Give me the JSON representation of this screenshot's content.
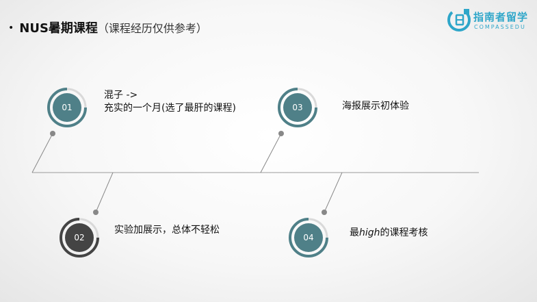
{
  "title": {
    "bullet": "•",
    "main": "NUS暑期课程",
    "sub": "（课程经历仅供参考）"
  },
  "logo": {
    "cn": "指南者留学",
    "en": "COMPASSEDU",
    "color": "#2ea6c9"
  },
  "colors": {
    "teal": "#4f8088",
    "dark": "#444444",
    "connector": "#888888",
    "timeline": "#9a9a9a"
  },
  "steps": [
    {
      "number": "01",
      "lines": [
        "混子 ->",
        "充实的一个月(选了最肝的课程)"
      ]
    },
    {
      "number": "02",
      "lines": [
        "实验加展示，总体不轻松"
      ]
    },
    {
      "number": "03",
      "lines": [
        "海报展示初体验"
      ]
    },
    {
      "number": "04",
      "pre": "最",
      "highlight": "high",
      "post": "的课程考核"
    }
  ]
}
